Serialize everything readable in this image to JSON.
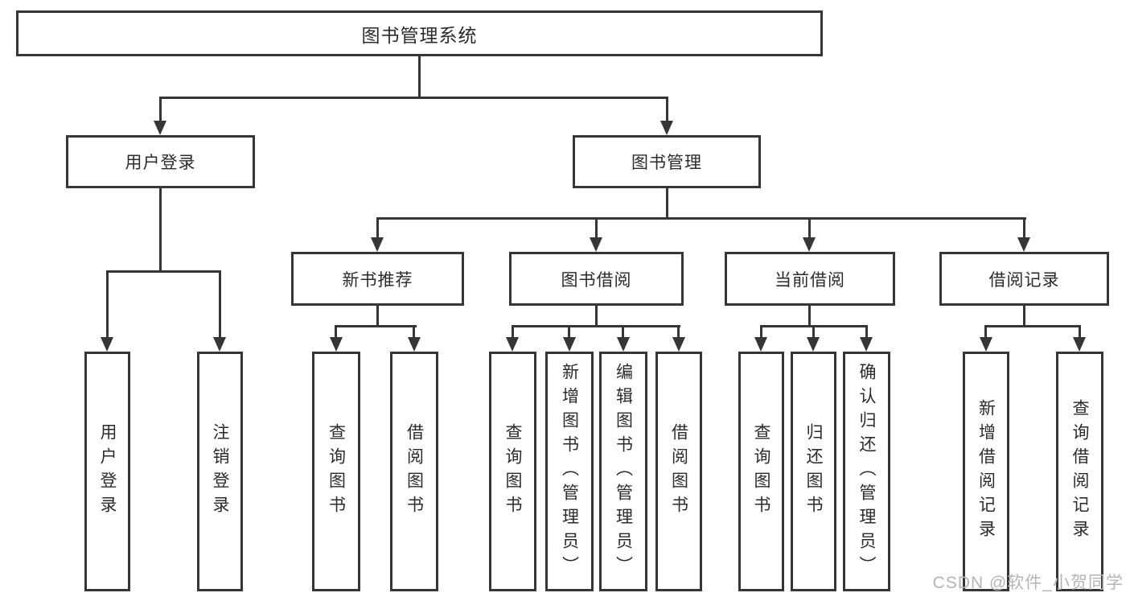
{
  "diagram": {
    "type": "function-structure-tree",
    "colors": {
      "line": "#363636",
      "box_border": "#363636",
      "box_fill": "#ffffff",
      "text": "#2b2b2b",
      "watermark": "#b5b5b5"
    }
  },
  "tree": {
    "label": "图书管理系统",
    "children": [
      {
        "label": "用户登录",
        "children": [
          {
            "label": "用户登录"
          },
          {
            "label": "注销登录"
          }
        ]
      },
      {
        "label": "图书管理",
        "children": [
          {
            "label": "新书推荐",
            "children": [
              {
                "label": "查询图书"
              },
              {
                "label": "借阅图书"
              }
            ]
          },
          {
            "label": "图书借阅",
            "children": [
              {
                "label": "查询图书"
              },
              {
                "label": "新增图书（管理员）"
              },
              {
                "label": "编辑图书（管理员）"
              },
              {
                "label": "借阅图书"
              }
            ]
          },
          {
            "label": "当前借阅",
            "children": [
              {
                "label": "查询图书"
              },
              {
                "label": "归还图书"
              },
              {
                "label": "确认归还（管理员）"
              }
            ]
          },
          {
            "label": "借阅记录",
            "children": [
              {
                "label": "新增借阅记录"
              },
              {
                "label": "查询借阅记录"
              }
            ]
          }
        ]
      }
    ]
  },
  "watermark": {
    "text": "CSDN @软件_小贺同学"
  }
}
